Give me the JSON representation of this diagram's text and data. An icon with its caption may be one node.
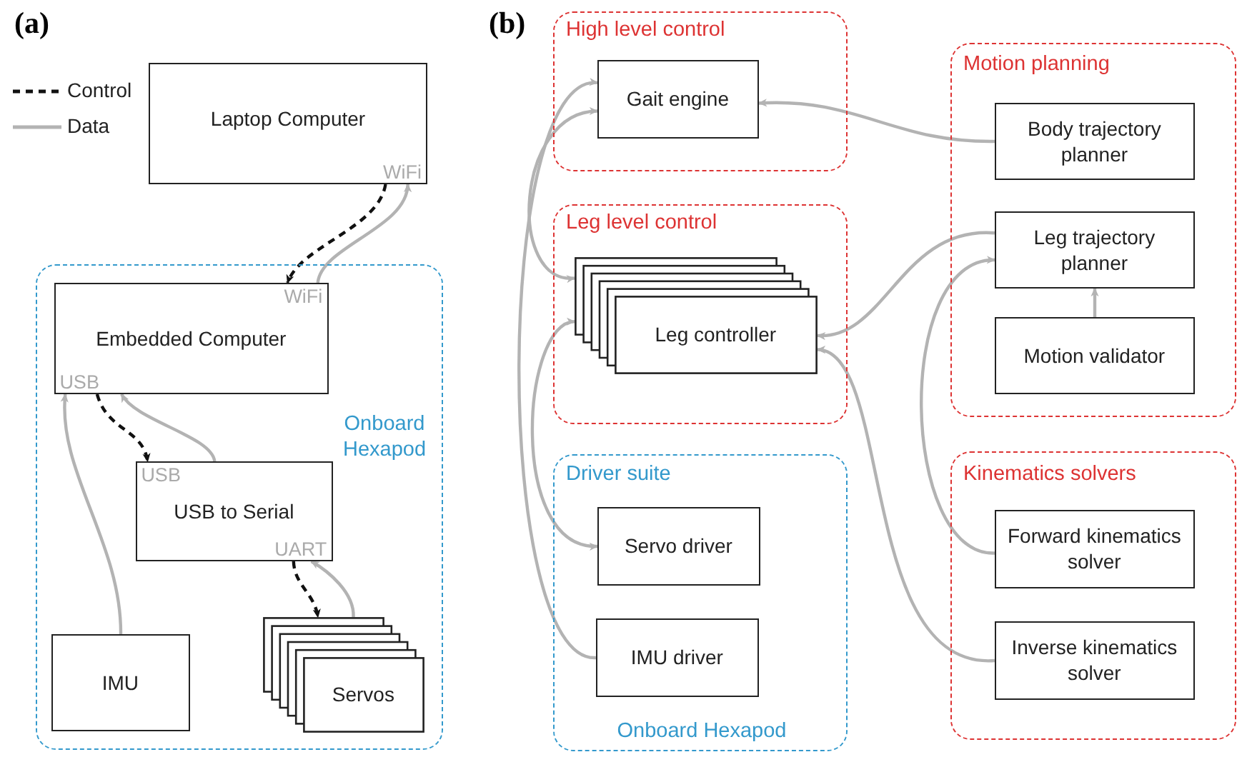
{
  "diagram": {
    "nodes": [
      {
        "text": [
          "Laptop Computer",
          "WiFi"
        ]
      },
      {
        "text": [
          "Onboard Hexapod"
        ]
      },
      {
        "text": [
          "WiFi",
          "Embedded Computer",
          "USB"
        ],
        "in": 1
      },
      {
        "text": [
          "USB",
          "USB to Serial",
          "UART"
        ],
        "in": 1
      },
      {
        "text": [
          "IMU"
        ],
        "in": 1
      },
      {
        "text": [
          "Servos"
        ],
        "in": 1
      },
      {
        "text": [
          "High level control"
        ]
      },
      {
        "text": [
          "Gait engine"
        ],
        "in": 6
      },
      {
        "text": [
          "Motion planning"
        ]
      },
      {
        "text": [
          "Body trajectory planner"
        ],
        "in": 8
      },
      {
        "text": [
          "Leg level control"
        ]
      },
      {
        "text": [
          "Leg controller"
        ],
        "in": 10
      },
      {
        "text": [
          "Leg trajectory planner"
        ],
        "in": 8
      },
      {
        "text": [
          "Motion validator"
        ],
        "in": 8
      },
      {
        "text": [
          "Driver suite",
          "Onboard Hexapod"
        ]
      },
      {
        "text": [
          "Servo driver"
        ],
        "in": 14
      },
      {
        "text": [
          "Kinematics solvers"
        ]
      },
      {
        "text": [
          "Forward kinematics solver"
        ],
        "in": 16
      },
      {
        "text": [
          "IMU driver"
        ],
        "in": 14
      },
      {
        "text": [
          "Inverse kinematics solver"
        ],
        "in": 16
      }
    ],
    "edges": [
      {
        "from": 0,
        "to": 2,
        "arrow": "to",
        "style": "dashed",
        "color": "#111111"
      },
      {
        "from": 2,
        "to": 0,
        "arrow": "to"
      },
      {
        "from": 2,
        "to": 3,
        "arrow": "to",
        "style": "dashed",
        "color": "#111111"
      },
      {
        "from": 3,
        "to": 2,
        "arrow": "to"
      },
      {
        "from": 4,
        "to": 2,
        "arrow": "to"
      },
      {
        "from": 3,
        "to": 5,
        "arrow": "to",
        "style": "dashed",
        "color": "#111111"
      },
      {
        "from": 5,
        "to": 3,
        "arrow": "to"
      },
      {
        "from": 18,
        "to": 7,
        "arrow": "to"
      },
      {
        "from": 7,
        "to": 11,
        "arrow": "both"
      },
      {
        "from": 11,
        "to": 15,
        "arrow": "both"
      },
      {
        "from": 9,
        "to": 7,
        "arrow": "to"
      },
      {
        "from": 12,
        "to": 11,
        "arrow": "to"
      },
      {
        "from": 17,
        "to": 12,
        "arrow": "to"
      },
      {
        "from": 19,
        "to": 11,
        "arrow": "to"
      },
      {
        "from": 13,
        "to": 12,
        "arrow": "to"
      }
    ],
    "labels": [
      "(a)",
      "(b)"
    ],
    "legend": [
      {
        "text": "Control"
      },
      {
        "text": "Data"
      }
    ]
  }
}
